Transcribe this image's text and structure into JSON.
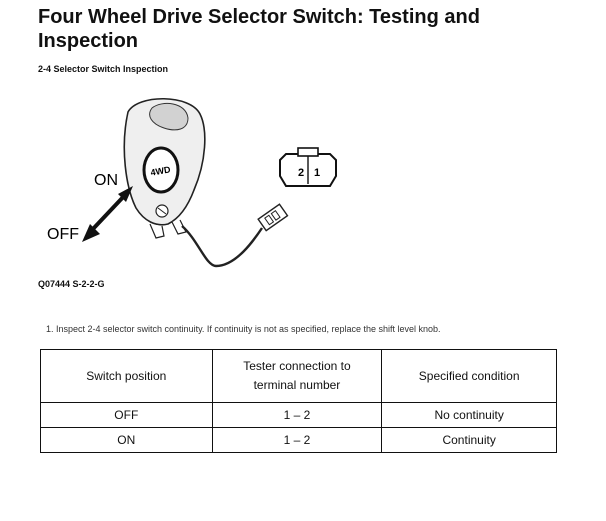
{
  "page": {
    "title": "Four Wheel Drive Selector Switch: Testing and Inspection",
    "subtitle": "2-4 Selector Switch Inspection",
    "figure": {
      "label_on": "ON",
      "label_off": "OFF",
      "knob_text": "4WD",
      "pin_2": "2",
      "pin_1": "1",
      "figure_id": "Q07444 S-2-2-G"
    },
    "instruction": "1.  Inspect 2-4 selector switch continuity. If continuity is not as specified, replace the shift level knob.",
    "table": {
      "headers": [
        "Switch position",
        "Tester connection to\nterminal number",
        "Specified condition"
      ],
      "header_2_line1": "Tester connection to",
      "header_2_line2": "terminal number",
      "rows": [
        [
          "OFF",
          "1 – 2",
          "No continuity"
        ],
        [
          "ON",
          "1 – 2",
          "Continuity"
        ]
      ]
    }
  }
}
